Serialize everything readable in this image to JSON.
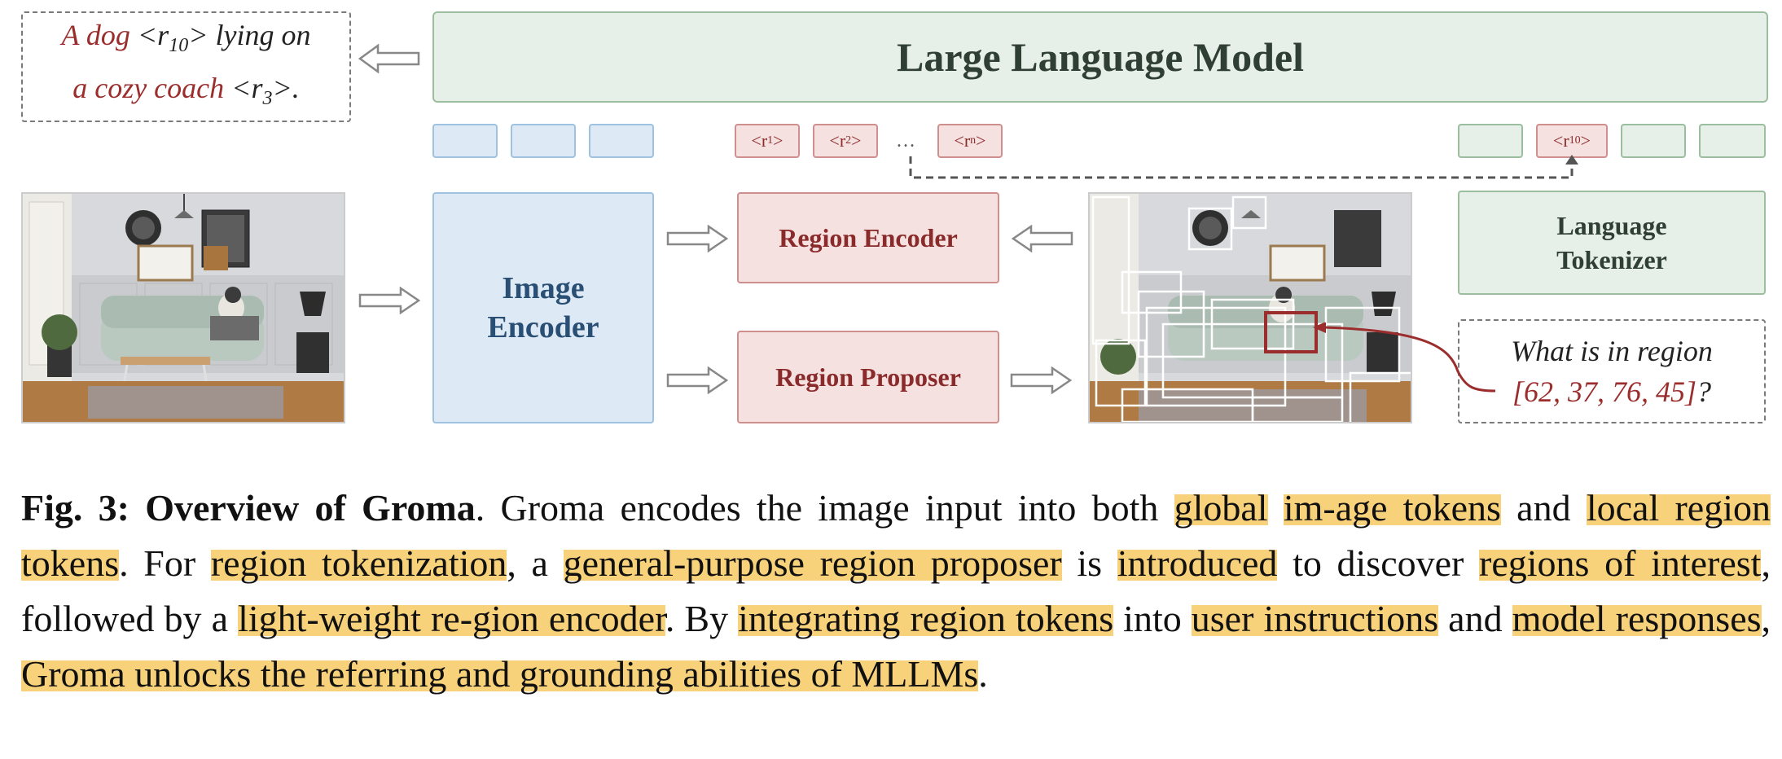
{
  "llm_label": "Large Language Model",
  "output": {
    "line1": {
      "red": "A dog",
      "tok": "<r",
      "sub": "10",
      "tok_end": ">",
      "rest": " lying on"
    },
    "line2": {
      "red": "a cozy coach",
      "tok": " <r",
      "sub": "3",
      "tok_end": ">."
    }
  },
  "region_tokens": [
    {
      "base": "<r",
      "sub": "1",
      "end": ">"
    },
    {
      "base": "<r",
      "sub": "2",
      "end": ">"
    },
    {
      "base": "<r",
      "sub": "n",
      "end": ">"
    },
    {
      "base": "<r",
      "sub": "10",
      "end": ">"
    }
  ],
  "ellipsis": "…",
  "image_encoder_label": [
    "Image",
    "Encoder"
  ],
  "region_encoder_label": "Region Encoder",
  "region_proposer_label": "Region Proposer",
  "language_tokenizer_label": [
    "Language",
    "Tokenizer"
  ],
  "question": {
    "line1": "What is in region",
    "coords": "[62, 37, 76, 45]",
    "q": "?"
  },
  "caption": {
    "fig": "Fig. 3:",
    "title": "Overview of Groma",
    "segments": [
      {
        "t": ". Groma encodes the image input into both ",
        "h": false
      },
      {
        "t": "global",
        "h": true
      },
      {
        "t": " ",
        "h": false
      },
      {
        "t": "im-age tokens",
        "h": true
      },
      {
        "t": " and ",
        "h": false
      },
      {
        "t": "local region tokens",
        "h": true
      },
      {
        "t": ". For ",
        "h": false
      },
      {
        "t": "region tokenization",
        "h": true
      },
      {
        "t": ", a ",
        "h": false
      },
      {
        "t": "general-purpose region proposer",
        "h": true
      },
      {
        "t": " is ",
        "h": false
      },
      {
        "t": "introduced",
        "h": true
      },
      {
        "t": " to discover ",
        "h": false
      },
      {
        "t": "regions of interest",
        "h": true
      },
      {
        "t": ", followed by a ",
        "h": false
      },
      {
        "t": "light-weight re-gion encoder",
        "h": true
      },
      {
        "t": ". By ",
        "h": false
      },
      {
        "t": "integrating region tokens",
        "h": true
      },
      {
        "t": " into ",
        "h": false
      },
      {
        "t": "user instructions",
        "h": true
      },
      {
        "t": " and ",
        "h": false
      },
      {
        "t": "model responses",
        "h": true
      },
      {
        "t": ", ",
        "h": false
      },
      {
        "t": "Groma unlocks the referring and grounding abilities of MLLMs",
        "h": true
      },
      {
        "t": ".",
        "h": false
      }
    ]
  },
  "colors": {
    "accent_red": "#9b2d2d",
    "highlight": "#f8d27a",
    "blue_fill": "#dde9f4",
    "green_fill": "#e6efe8",
    "red_fill": "#f6e1e1"
  }
}
